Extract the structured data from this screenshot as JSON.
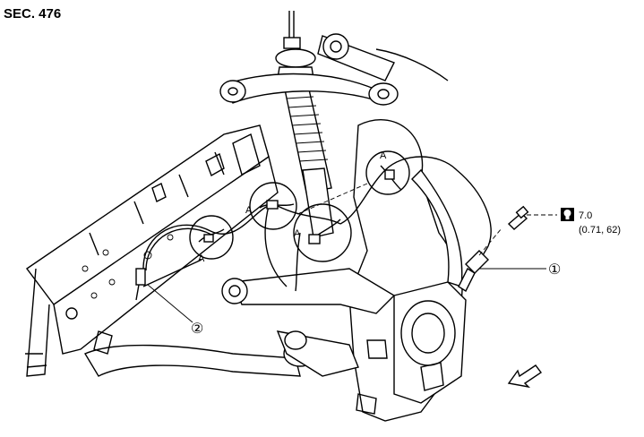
{
  "header": {
    "section": "SEC. 476"
  },
  "callouts": {
    "part1": "①",
    "part2": "②",
    "view_a": "A"
  },
  "torque": {
    "icon": "torque-wrench-icon",
    "value": "7.0",
    "alt_units": "(0.71, 62)"
  },
  "front_arrow": {
    "icon": "front-direction-arrow-icon"
  }
}
